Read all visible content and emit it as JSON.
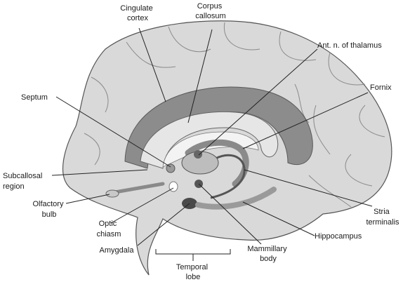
{
  "colors": {
    "cortex": "#d9d9d9",
    "cortex_dark": "#a8a8a8",
    "gyrus_line": "#7a7a7a",
    "cingulate_band": "#8c8c8c",
    "callosum": "#e6e6e6",
    "fornix": "#9a9a9a",
    "deep": "#555555",
    "leader": "#222222",
    "text": "#1a1a1a"
  },
  "labels": {
    "cingulate_cortex": [
      "Cingulate",
      "cortex"
    ],
    "corpus_callosum": [
      "Corpus",
      "callosum"
    ],
    "ant_thalamus": [
      "Ant. n. of thalamus"
    ],
    "fornix": [
      "Fornix"
    ],
    "septum": [
      "Septum"
    ],
    "subcallosal": [
      "Subcallosal",
      "region"
    ],
    "olfactory": [
      "Olfactory",
      "bulb"
    ],
    "optic": [
      "Optic",
      "chiasm"
    ],
    "amygdala": [
      "Amygdala"
    ],
    "temporal": [
      "Temporal",
      "lobe"
    ],
    "mammillary": [
      "Mammillary",
      "body"
    ],
    "hippocampus": [
      "Hippocampus"
    ],
    "stria": [
      "Stria",
      "terminalis"
    ]
  }
}
